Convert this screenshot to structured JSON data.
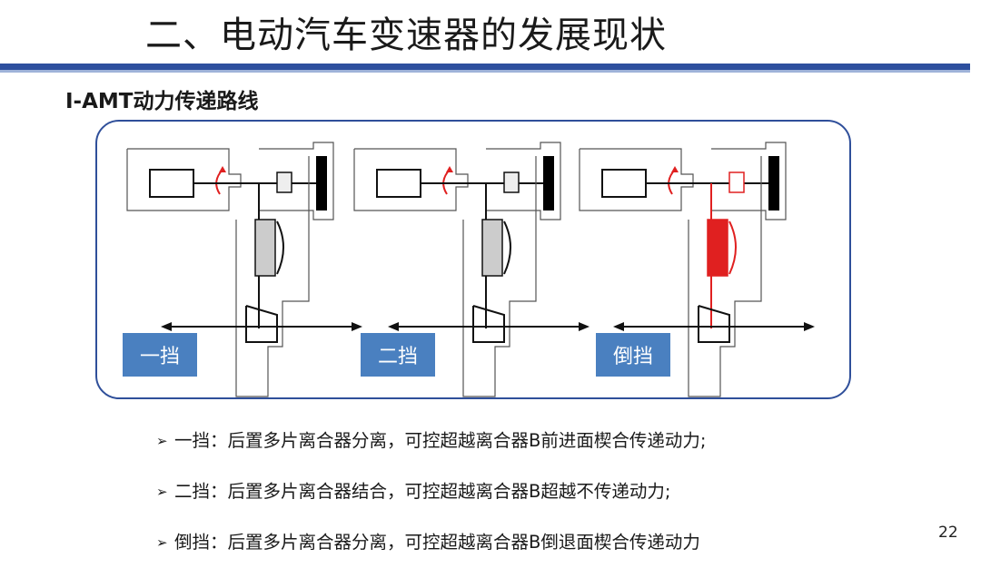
{
  "slide": {
    "title": "二、电动汽车变速器的发展现状",
    "subtitle": "I-AMT动力传递路线",
    "page_number": "22"
  },
  "colors": {
    "accent": "#2d4f9e",
    "badge": "#4a80c0",
    "active_path": "#e02020"
  },
  "diagram": {
    "gears": [
      {
        "label": "一挡",
        "active_path_highlighted": false
      },
      {
        "label": "二挡",
        "active_path_highlighted": false
      },
      {
        "label": "倒挡",
        "active_path_highlighted": true
      }
    ]
  },
  "bullets": [
    "一挡：后置多片离合器分离，可控超越离合器B前进面楔合传递动力;",
    "二挡：后置多片离合器结合，可控超越离合器B超越不传递动力;",
    "倒挡：后置多片离合器分离，可控超越离合器B倒退面楔合传递动力"
  ]
}
